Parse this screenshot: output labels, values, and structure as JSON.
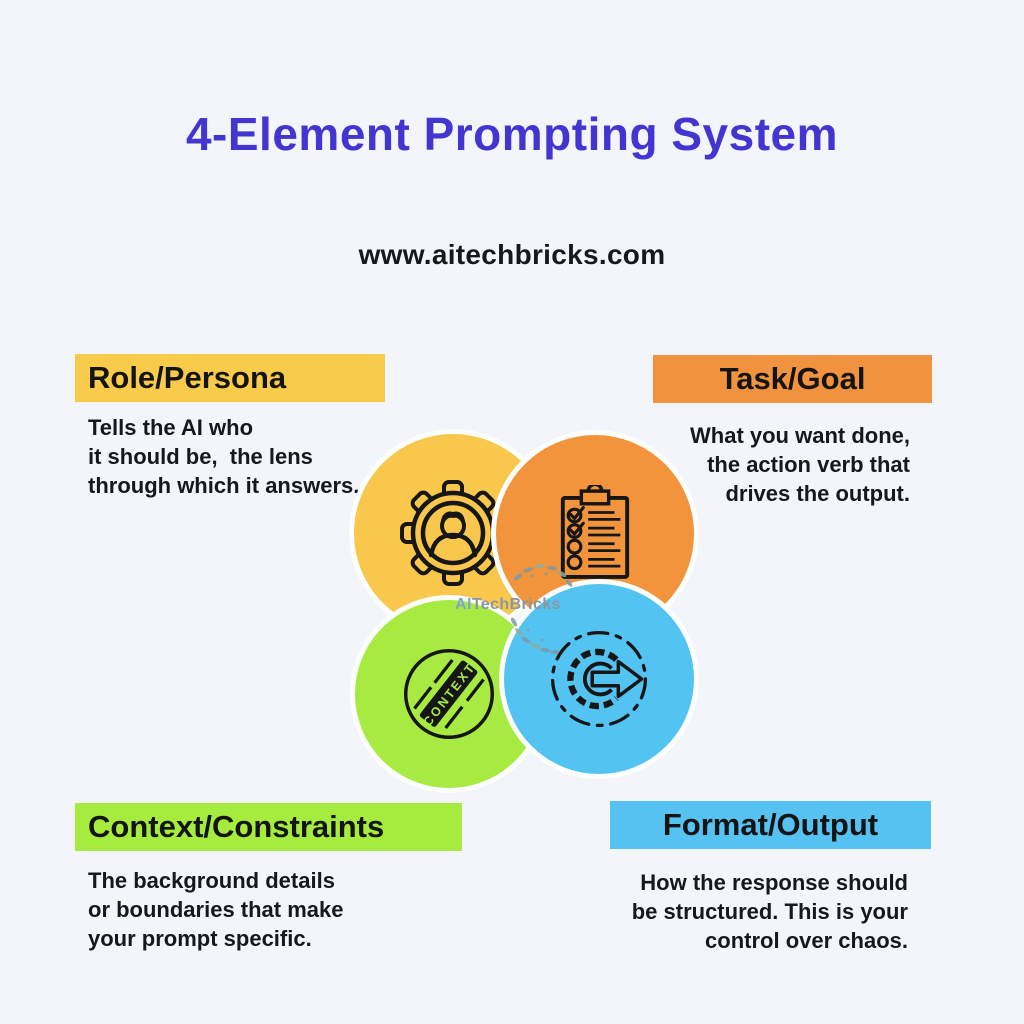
{
  "page": {
    "title": "4-Element Prompting System",
    "subtitle": "www.aitechbricks.com"
  },
  "watermark": {
    "prefix": "AI",
    "rest": "TechBricks"
  },
  "colors": {
    "background": "#F2F6FA",
    "title": "#4335D2",
    "heading_text": "#141414",
    "body_text": "#17181B",
    "role_accent": "#F9CB4B",
    "task_accent": "#F0923E",
    "context_accent": "#A6EC3F",
    "format_accent": "#56C2F1",
    "icon_line": "#161616",
    "watermark_gray": "#8A97A3"
  },
  "sections": [
    {
      "id": "role-persona",
      "label": "Role/Persona",
      "icon": "persona-gear-icon",
      "desc_lines": [
        "Tells the AI who",
        "it should be,  the lens",
        "through which it answers."
      ]
    },
    {
      "id": "task-goal",
      "label": "Task/Goal",
      "icon": "clipboard-checklist-icon",
      "desc_lines": [
        "What you want done,",
        "the action verb that",
        "drives the output."
      ]
    },
    {
      "id": "context-constraints",
      "label": "Context/Constraints",
      "icon": "context-stamp-icon",
      "desc_lines": [
        "The background details",
        "or boundaries that make",
        "your prompt specific."
      ]
    },
    {
      "id": "format-output",
      "label": "Format/Output",
      "icon": "gear-arrow-icon",
      "desc_lines": [
        "How the response should",
        "be structured. This is your",
        "control over chaos."
      ]
    }
  ],
  "stamp_text": "CONTEXT"
}
